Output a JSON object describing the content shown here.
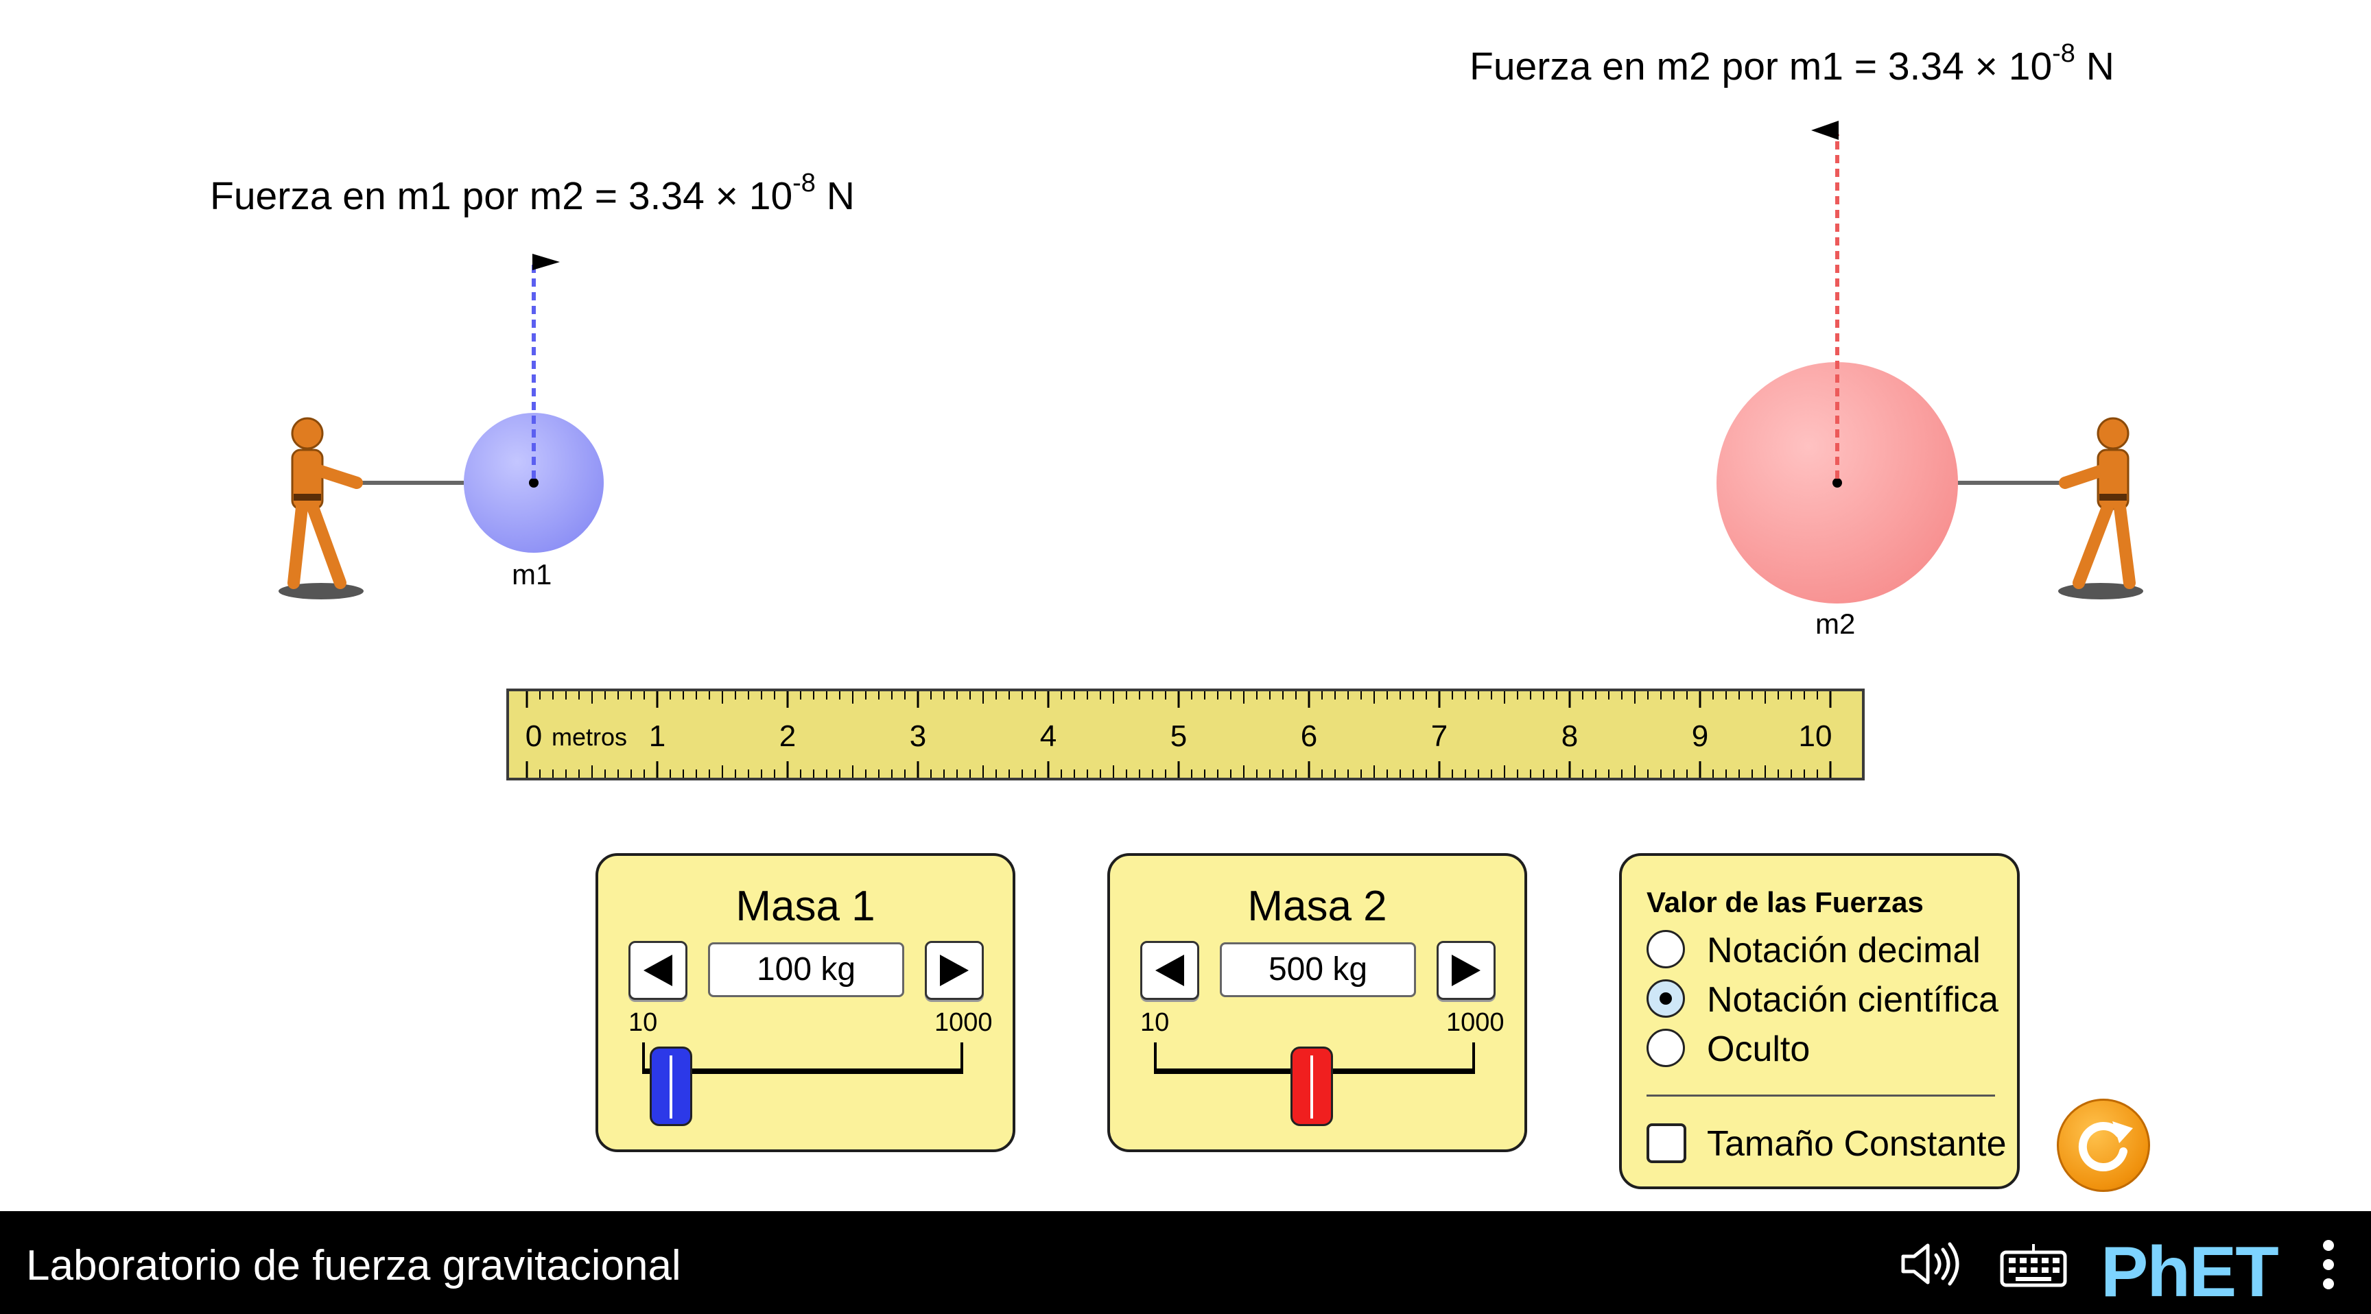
{
  "forces": {
    "m1_label": "Fuerza en m1 por m2 = 3.34 × 10",
    "m1_exponent": "-8",
    "m1_unit": " N",
    "m2_label": "Fuerza en m2 por m1 = 3.34 × 10",
    "m2_exponent": "-8",
    "m2_unit": " N"
  },
  "masses": {
    "m1_label": "m1",
    "m2_label": "m2",
    "m1_color": "#9b9ef8",
    "m2_color": "#f99a9a"
  },
  "ruler": {
    "unit": "metros",
    "ticks": [
      "0",
      "1",
      "2",
      "3",
      "4",
      "5",
      "6",
      "7",
      "8",
      "9",
      "10"
    ]
  },
  "mass1_panel": {
    "title": "Masa 1",
    "value": "100 kg",
    "min": "10",
    "max": "1000",
    "slider_fraction": 0.09,
    "thumb_color": "#2c39e8"
  },
  "mass2_panel": {
    "title": "Masa 2",
    "value": "500 kg",
    "min": "10",
    "max": "1000",
    "slider_fraction": 0.495,
    "thumb_color": "#f01f1f"
  },
  "force_values_panel": {
    "heading": "Valor de las Fuerzas",
    "options": [
      "Notación decimal",
      "Notación científica",
      "Oculto"
    ],
    "selected": "Notación científica",
    "constant_size_label": "Tamaño Constante",
    "constant_size_checked": false
  },
  "navbar": {
    "title": "Laboratorio de fuerza gravitacional",
    "logo": "PhET"
  }
}
